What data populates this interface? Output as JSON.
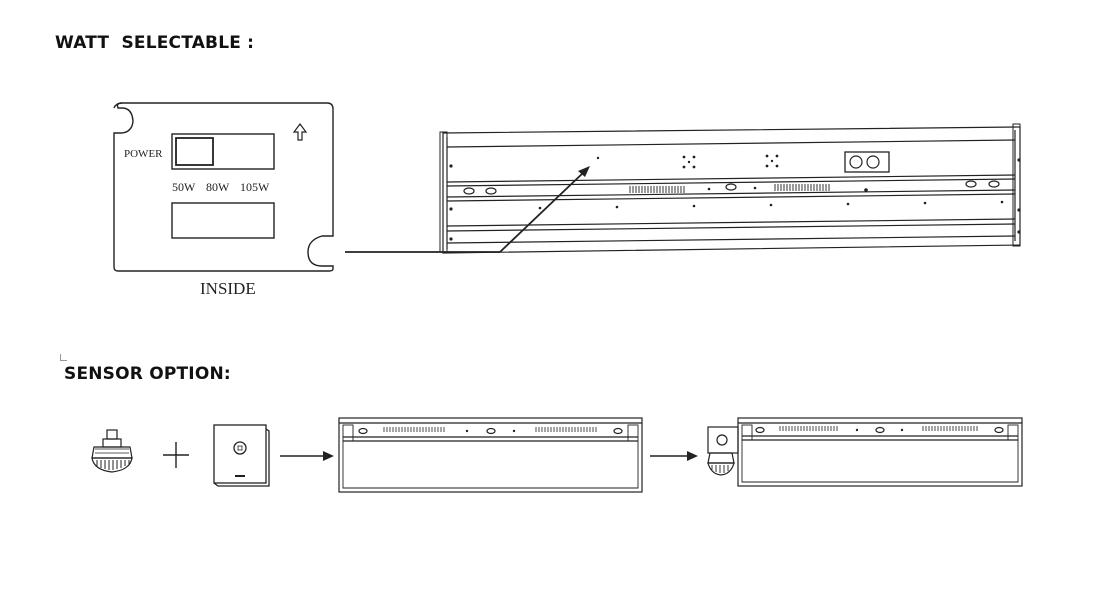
{
  "headings": {
    "watt_selectable": "WATT  SELECTABLE :",
    "sensor_option": "SENSOR OPTION:"
  },
  "switch_panel": {
    "power_label": "POWER",
    "options": [
      "50W",
      "80W",
      "105W"
    ],
    "inside_label": "INSIDE"
  }
}
